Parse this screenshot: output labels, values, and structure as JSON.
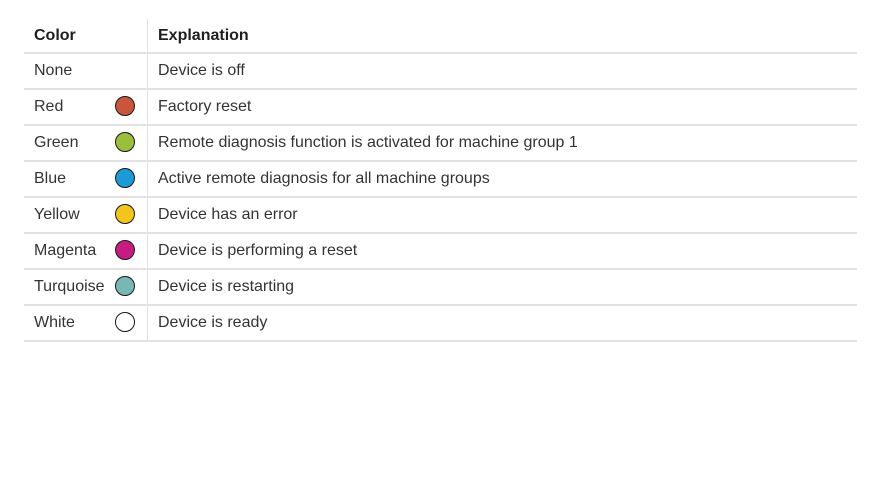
{
  "table": {
    "headers": {
      "color": "Color",
      "explanation": "Explanation"
    },
    "rows": [
      {
        "color": "None",
        "explanation": "Device is off",
        "swatch": null
      },
      {
        "color": "Red",
        "explanation": "Factory reset",
        "swatch": "#c9553a"
      },
      {
        "color": "Green",
        "explanation": "Remote diagnosis function is activated for machine group 1",
        "swatch": "#9bbf3b"
      },
      {
        "color": "Blue",
        "explanation": "Active remote diagnosis for all machine groups",
        "swatch": "#1a9bd7"
      },
      {
        "color": "Yellow",
        "explanation": "Device has an error",
        "swatch": "#f3c419"
      },
      {
        "color": "Magenta",
        "explanation": "Device is performing a reset",
        "swatch": "#c61c82"
      },
      {
        "color": "Turquoise",
        "explanation": "Device is restarting",
        "swatch": "#78b8b4"
      },
      {
        "color": "White",
        "explanation": "Device is ready",
        "swatch": "#ffffff"
      }
    ]
  }
}
